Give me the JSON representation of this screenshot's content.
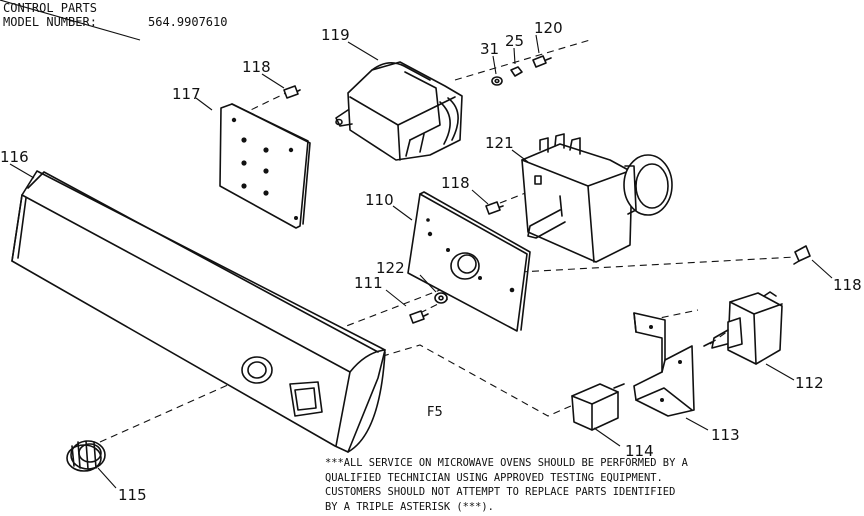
{
  "header": {
    "line1": "CONTROL PARTS",
    "line2_label": "MODEL NUMBER:",
    "line2_value": "564.9907610"
  },
  "figure_label": "F5",
  "callouts": {
    "c116": "116",
    "c117": "117",
    "c118a": "118",
    "c119": "119",
    "c31": "31",
    "c25": "25",
    "c120": "120",
    "c121": "121",
    "c118b": "118",
    "c110": "110",
    "c122": "122",
    "c111": "111",
    "c118c": "118",
    "c112": "112",
    "c113": "113",
    "c114": "114",
    "c115": "115"
  },
  "note": {
    "line1": "***ALL SERVICE ON MICROWAVE OVENS SHOULD BE PERFORMED BY A",
    "line2": "QUALIFIED TECHNICIAN USING APPROVED TESTING EQUIPMENT.",
    "line3": "CUSTOMERS SHOULD NOT ATTEMPT TO REPLACE PARTS IDENTIFIED",
    "line4": "BY A TRIPLE ASTERISK (***)."
  }
}
